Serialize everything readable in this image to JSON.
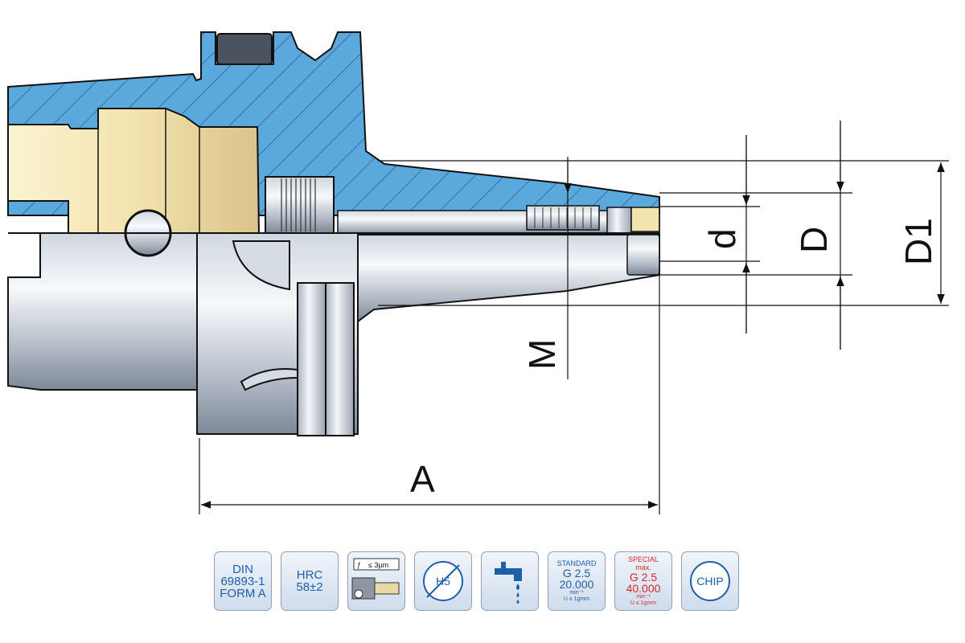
{
  "dimensions": {
    "A": "A",
    "M": "M",
    "d": "d",
    "D": "D",
    "D1": "D1"
  },
  "badges": {
    "din": {
      "line1": "DIN",
      "line2": "69893-1",
      "line3": "FORM A"
    },
    "hrc": {
      "line1": "HRC",
      "line2": "58±2"
    },
    "runout": {
      "label": "≤ 3µm",
      "icon": "runout-icon"
    },
    "h5": {
      "label": "H5",
      "icon": "tolerance-h5-icon"
    },
    "coolant": {
      "icon": "coolant-tap-icon"
    },
    "standard": {
      "title": "STANDARD",
      "grade": "G 2.5",
      "speed": "20.000",
      "unit": "min⁻¹",
      "note": "U ≤ 1gmm"
    },
    "special": {
      "title": "SPECIAL",
      "prefix": "max.",
      "grade": "G 2.5",
      "speed": "40.000",
      "unit": "min⁻¹",
      "note": "U ≤ 1gmm"
    },
    "chip": {
      "label": "CHIP"
    }
  },
  "colors": {
    "section_blue": "#5aa8dc",
    "steel_light": "#eef1f5",
    "steel_dark": "#8c97a6",
    "cream": "#f5eac0",
    "badge_blue": "#1d5fa8",
    "badge_red": "#d8262d"
  }
}
